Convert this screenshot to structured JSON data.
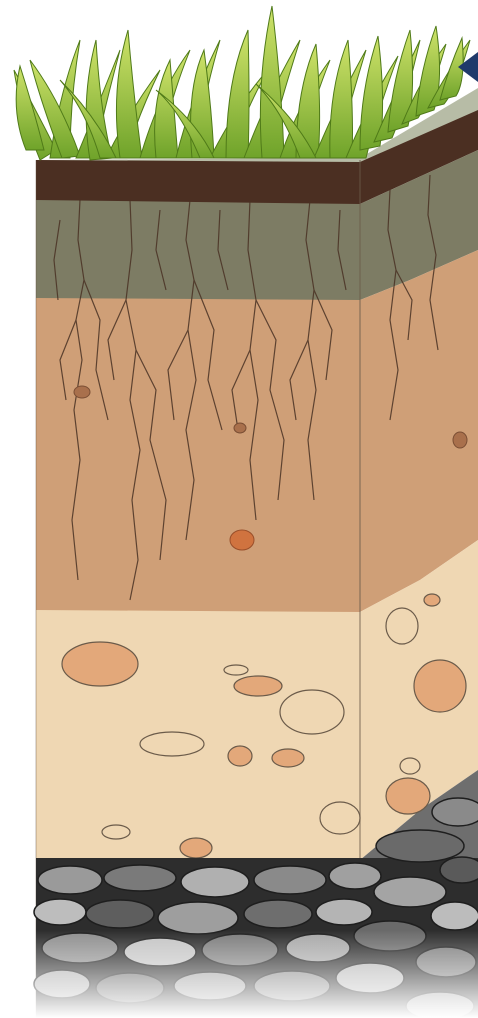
{
  "diagram": {
    "subject": "soil-profile-cross-section",
    "layers": [
      {
        "id": "grass",
        "color": "#8bbf2a"
      },
      {
        "id": "surface-litter",
        "color": "#aab39c"
      },
      {
        "id": "organic-topsoil",
        "color": "#4a2f22"
      },
      {
        "id": "topsoil",
        "color": "#7a7a62"
      },
      {
        "id": "subsoil",
        "color": "#d0a07a"
      },
      {
        "id": "parent-material",
        "color": "#efd8b5"
      },
      {
        "id": "bedrock",
        "color": "#7a7a7a"
      }
    ],
    "pointer": {
      "color": "#1f3a6b"
    }
  }
}
